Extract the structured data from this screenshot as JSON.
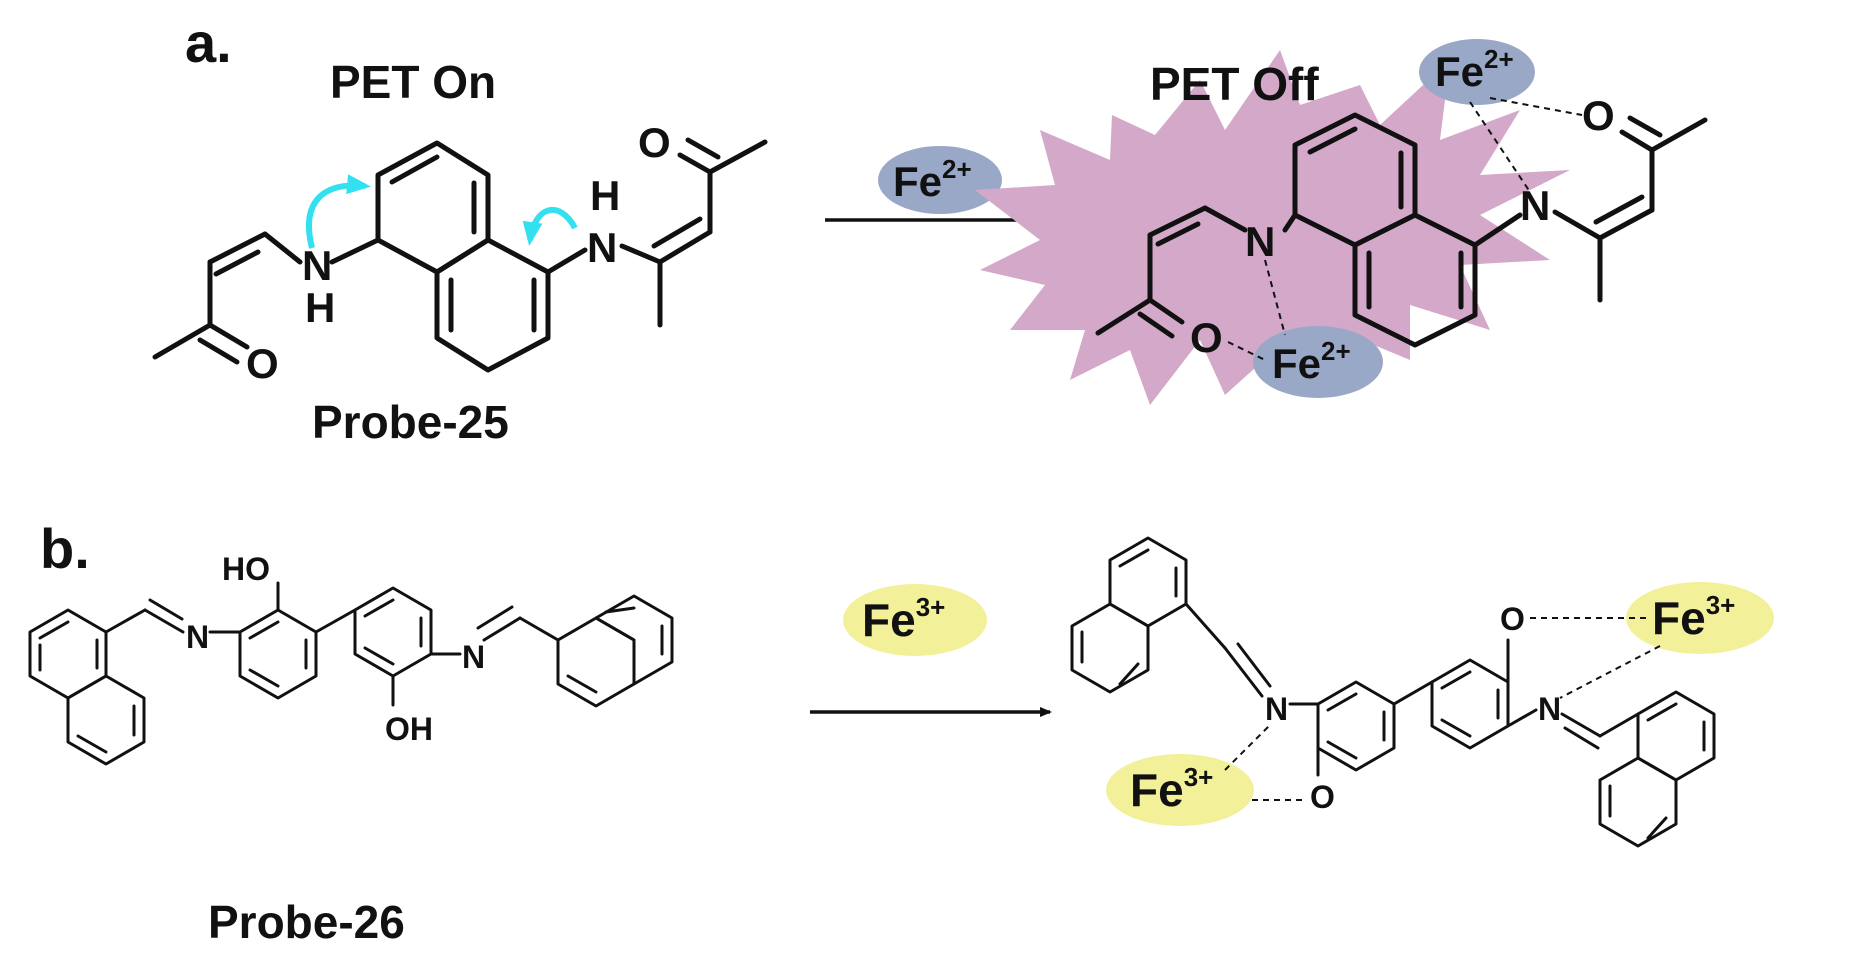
{
  "panel_a": {
    "letter": "a.",
    "left_state": "PET On",
    "right_state": "PET Off",
    "probe_name": "Probe-25",
    "arrow_reagent": {
      "base": "Fe",
      "charge": "2+"
    },
    "complex_ion": {
      "base": "Fe",
      "charge": "2+"
    },
    "atoms": {
      "n": "N",
      "h": "H",
      "o": "O"
    }
  },
  "panel_b": {
    "letter": "b.",
    "probe_name": "Probe-26",
    "arrow_reagent": {
      "base": "Fe",
      "charge": "3+"
    },
    "complex_ion": {
      "base": "Fe",
      "charge": "3+"
    },
    "atoms": {
      "n": "N",
      "ho": "HO",
      "oh": "OH",
      "o": "O"
    }
  },
  "colors": {
    "fe2_highlight": "#9aa8c8",
    "fe3_highlight": "#f3f09a",
    "burst": "#d3a8c8",
    "pet_arrow": "#33e0f0"
  }
}
